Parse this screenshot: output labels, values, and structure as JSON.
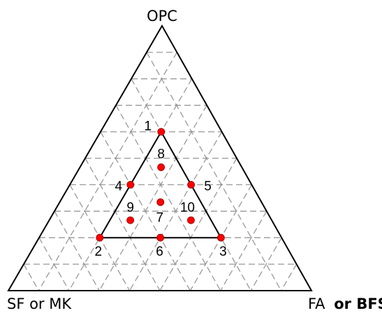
{
  "vertices": {
    "top": "OPC",
    "left": "SF or MK",
    "right_prefix": "FA",
    "right_suffix": "or BFS"
  },
  "colors": {
    "outline": "#000000",
    "grid": "#999999",
    "point": "#ff0000",
    "point_stroke": "#8b0000"
  },
  "grid_divisions": 10,
  "points": [
    {
      "label": "1",
      "opc": 0.6,
      "sf": 0.2,
      "fa": 0.2
    },
    {
      "label": "2",
      "opc": 0.2,
      "sf": 0.6,
      "fa": 0.2
    },
    {
      "label": "3",
      "opc": 0.2,
      "sf": 0.2,
      "fa": 0.6
    },
    {
      "label": "4",
      "opc": 0.4,
      "sf": 0.4,
      "fa": 0.2
    },
    {
      "label": "5",
      "opc": 0.4,
      "sf": 0.2,
      "fa": 0.4
    },
    {
      "label": "6",
      "opc": 0.2,
      "sf": 0.4,
      "fa": 0.4
    },
    {
      "label": "7",
      "opc": 0.333,
      "sf": 0.333,
      "fa": 0.333
    },
    {
      "label": "8",
      "opc": 0.467,
      "sf": 0.267,
      "fa": 0.267
    },
    {
      "label": "9",
      "opc": 0.267,
      "sf": 0.467,
      "fa": 0.267
    },
    {
      "label": "10",
      "opc": 0.267,
      "sf": 0.267,
      "fa": 0.467
    }
  ]
}
